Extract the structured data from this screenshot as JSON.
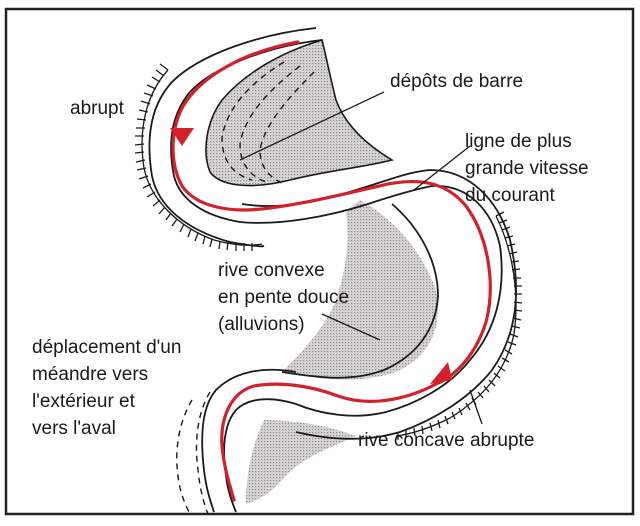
{
  "colors": {
    "current_line": "#d3202a",
    "deposit_fill": "#c9c6c8",
    "ink": "#1a1a1a",
    "frame": "#222222"
  },
  "labels": {
    "abrupt": "abrupt",
    "depots": "dépôts de barre",
    "ligne": [
      "ligne de plus",
      "grande vitesse",
      "du courant"
    ],
    "rive_convexe": [
      "rive convexe",
      "en pente douce",
      "(alluvions)"
    ],
    "deplacement": [
      "déplacement d'un",
      "méandre vers",
      "l'extérieur et",
      "vers l'aval"
    ],
    "rive_concave": "rive concave abrupte"
  }
}
